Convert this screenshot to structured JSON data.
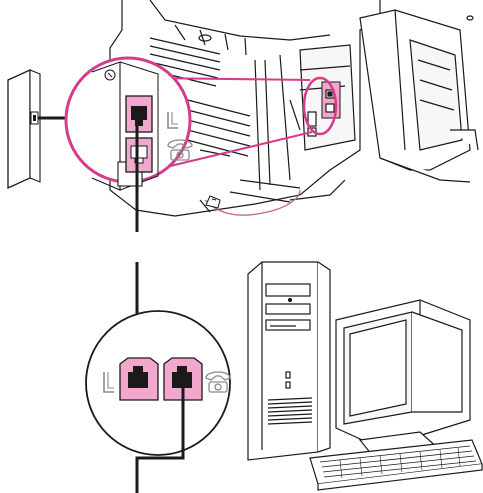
{
  "figure": {
    "type": "connection-diagram",
    "components": [
      {
        "name": "wall-phone-jack-icon"
      },
      {
        "name": "mfp-printer-fax-icon"
      },
      {
        "name": "zoom-callout-printer-fax-ports"
      },
      {
        "name": "zoom-callout-computer-modem-ports"
      },
      {
        "name": "desktop-computer-icon"
      },
      {
        "name": "monitor-icon"
      },
      {
        "name": "keyboard-icon"
      },
      {
        "name": "phone-cord-icon"
      }
    ],
    "colors": {
      "line": "#1a1a1a",
      "port_fill": "#f2a7cc",
      "callout_ring": "#d43c8c",
      "callout_fill": "#ffffff"
    },
    "port_icons": {
      "line_port": "line-l-icon",
      "phone_port": "telephone-handset-icon"
    }
  }
}
